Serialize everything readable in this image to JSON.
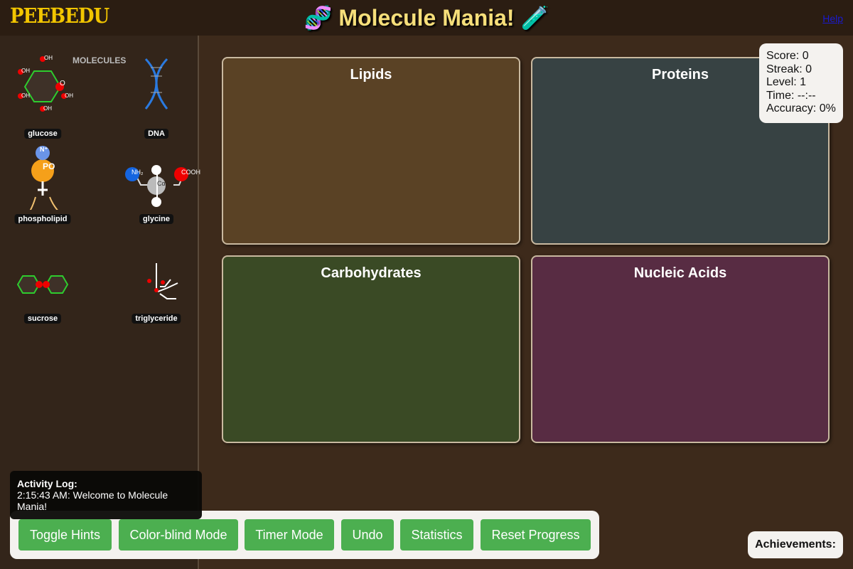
{
  "header": {
    "logo": "PEEBEDU",
    "title": "🧬 Molecule Mania! 🧪",
    "help": "Help"
  },
  "sidebar": {
    "title": "MOLECULES",
    "molecules": [
      {
        "label": "glucose",
        "icon": "glucose-ring-icon"
      },
      {
        "label": "DNA",
        "icon": "dna-helix-icon"
      },
      {
        "label": "phospholipid",
        "icon": "phospholipid-icon"
      },
      {
        "label": "glycine",
        "icon": "glycine-icon"
      },
      {
        "label": "sucrose",
        "icon": "sucrose-icon"
      },
      {
        "label": "triglyceride",
        "icon": "triglyceride-icon"
      }
    ]
  },
  "zones": [
    {
      "label": "Lipids",
      "color": "#5a4225"
    },
    {
      "label": "Proteins",
      "color": "#374243"
    },
    {
      "label": "Carbohydrates",
      "color": "#3a4a25"
    },
    {
      "label": "Nucleic Acids",
      "color": "#582c43"
    }
  ],
  "stats": {
    "score": "Score: 0",
    "streak": "Streak: 0",
    "level": "Level: 1",
    "time": "Time: --:--",
    "accuracy": "Accuracy: 0%"
  },
  "log": {
    "title": "Activity Log:",
    "entries": [
      "2:15:43 AM: Welcome to Molecule Mania!"
    ]
  },
  "toolbar": [
    "Toggle Hints",
    "Color-blind Mode",
    "Timer Mode",
    "Undo",
    "Statistics",
    "Reset Progress"
  ],
  "achievements": "Achievements:",
  "accent": "#4caf50"
}
